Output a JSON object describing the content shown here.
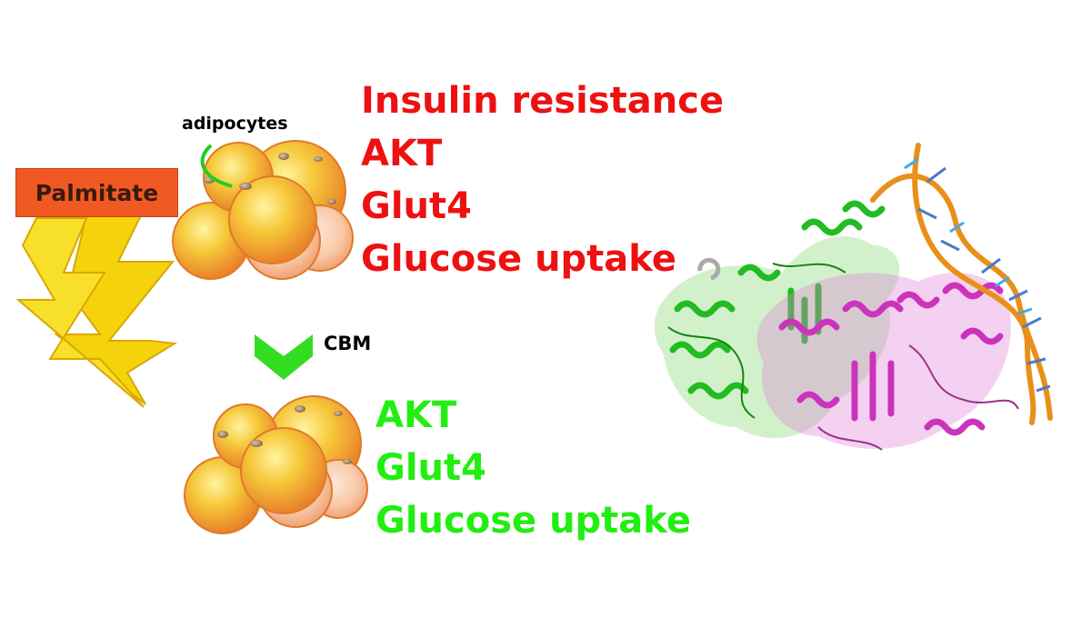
{
  "palmitate_label": "Palmitate",
  "adipocytes_label": "adipocytes",
  "cbm_label": "CBM",
  "before_effects": [
    "Insulin resistance",
    "AKT",
    "Glut4",
    "Glucose uptake"
  ],
  "after_effects": [
    "AKT",
    "Glut4",
    "Glucose uptake"
  ],
  "colors": {
    "before_text": "#ee1111",
    "after_text": "#22ee11",
    "palmitate_box": "#f05a22",
    "lightning": "#f5d30c",
    "arrow": "#33dd22",
    "protein_chain_a": "#22bb22",
    "protein_chain_b": "#cc33bb",
    "dna_backbone": "#e8901a"
  },
  "icons": [
    "lightning-bolt-icon",
    "adipocyte-cluster-icon",
    "chevron-down-arrow-icon",
    "protein-dna-structure-icon"
  ]
}
